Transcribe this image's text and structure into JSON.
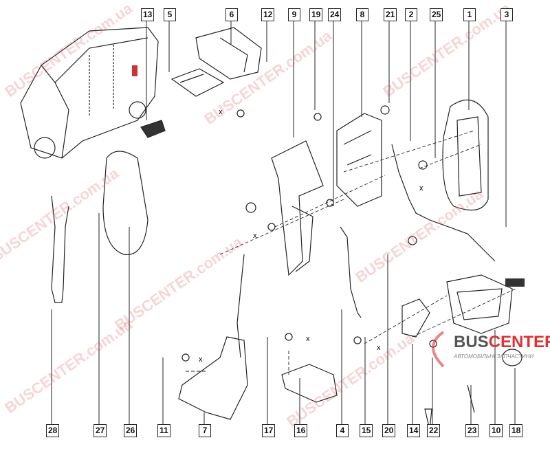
{
  "callouts_top": [
    "13",
    "5",
    "6",
    "12",
    "9",
    "19",
    "24",
    "8",
    "21",
    "2",
    "25",
    "1",
    "3"
  ],
  "callouts_bottom": [
    "28",
    "27",
    "26",
    "11",
    "7",
    "17",
    "16",
    "4",
    "15",
    "20",
    "14",
    "22",
    "23",
    "10",
    "18"
  ],
  "watermark_text": "BUSCENTER.com.ua",
  "logo": {
    "name_a": "BUS",
    "name_b": "CENTER",
    "subtitle": "АВТОМОБІЛЬНІ ЗАПЧАСТИНИ"
  },
  "cross_marks": [
    "x",
    "x",
    "x",
    "x",
    "x",
    "x"
  ],
  "colors": {
    "line": "#222222",
    "watermark": "#dc3c3c",
    "logo_accent": "#dd3333"
  }
}
